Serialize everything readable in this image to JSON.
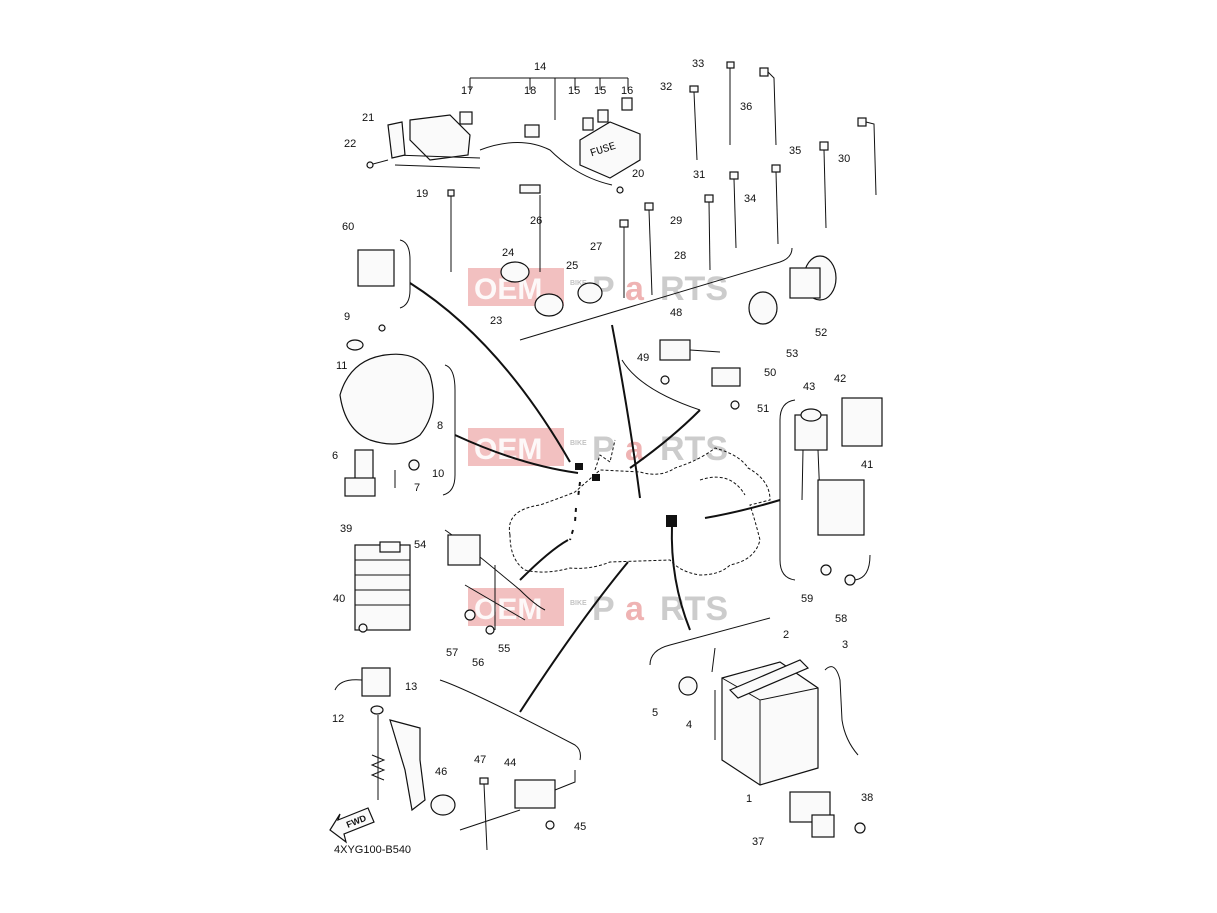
{
  "diagram": {
    "code": "4XYG100-B540",
    "fuse_text": "FUSE",
    "fwd_text": "FWD",
    "watermark": {
      "brand_left": "OEM",
      "brand_small": "BIKE",
      "brand_right_a": "P",
      "brand_right_b": "a",
      "brand_right_c": "RTS"
    },
    "part_numbers": [
      "14",
      "17",
      "18",
      "15",
      "15",
      "16",
      "21",
      "22",
      "19",
      "20",
      "26",
      "24",
      "25",
      "23",
      "27",
      "28",
      "60",
      "9",
      "11",
      "8",
      "6",
      "10",
      "7",
      "39",
      "40",
      "54",
      "57",
      "56",
      "55",
      "12",
      "13",
      "46",
      "47",
      "44",
      "45",
      "33",
      "32",
      "36",
      "35",
      "30",
      "31",
      "34",
      "29",
      "48",
      "49",
      "50",
      "51",
      "52",
      "53",
      "43",
      "42",
      "41",
      "59",
      "58",
      "2",
      "3",
      "5",
      "4",
      "1",
      "37",
      "38"
    ]
  }
}
